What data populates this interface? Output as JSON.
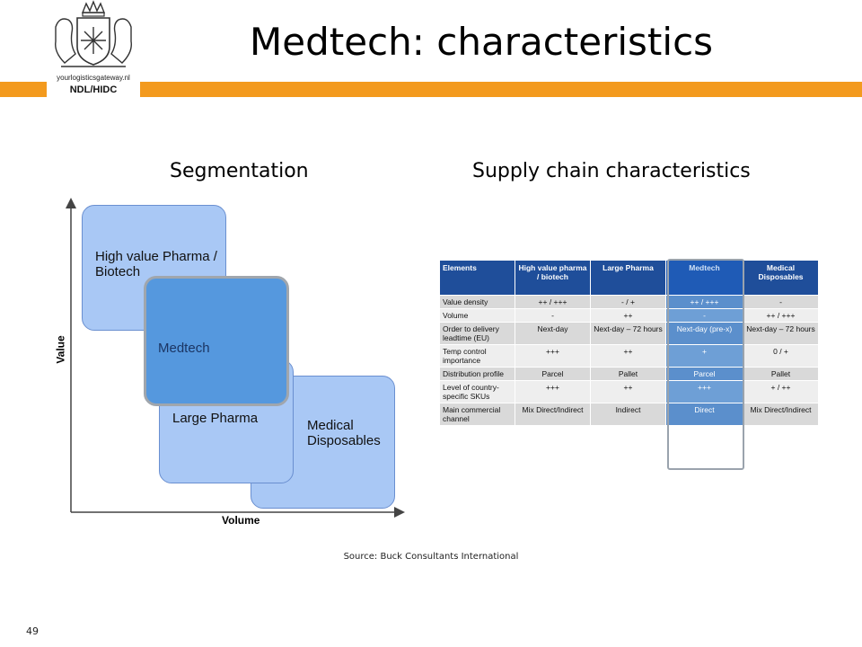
{
  "header": {
    "title": "Medtech: characteristics",
    "logo_url_text": "yourlogisticsgateway.nl",
    "logo_code": "NDL/HIDC",
    "accent_color": "#f39a1e"
  },
  "segmentation": {
    "heading": "Segmentation",
    "y_axis_label": "Value",
    "x_axis_label": "Volume",
    "boxes": {
      "high_value": "High value Pharma / Biotech",
      "medtech": "Medtech",
      "large_pharma": "Large Pharma",
      "medical_disposables": "Medical Disposables"
    }
  },
  "supply_chain": {
    "heading": "Supply chain characteristics",
    "columns": [
      "Elements",
      "High value pharma / biotech",
      "Large Pharma",
      "Medtech",
      "Medical Disposables"
    ],
    "rows": [
      [
        "Value density",
        "++ / +++",
        "- / +",
        "++ / +++",
        "-"
      ],
      [
        "Volume",
        "-",
        "++",
        "-",
        "++ / +++"
      ],
      [
        "Order to delivery leadtime (EU)",
        "Next-day",
        "Next-day – 72 hours",
        "Next-day (pre-x)",
        "Next-day – 72 hours"
      ],
      [
        "Temp control importance",
        "+++",
        "++",
        "+",
        "0 / +"
      ],
      [
        "Distribution profile",
        "Parcel",
        "Pallet",
        "Parcel",
        "Pallet"
      ],
      [
        "Level of country-specific SKUs",
        "+++",
        "++",
        "+++",
        "+ / ++"
      ],
      [
        "Main commercial channel",
        "Mix Direct/Indirect",
        "Indirect",
        "Direct",
        "Mix Direct/Indirect"
      ]
    ]
  },
  "footer": {
    "source": "Source: Buck Consultants International",
    "page_number": "49"
  }
}
